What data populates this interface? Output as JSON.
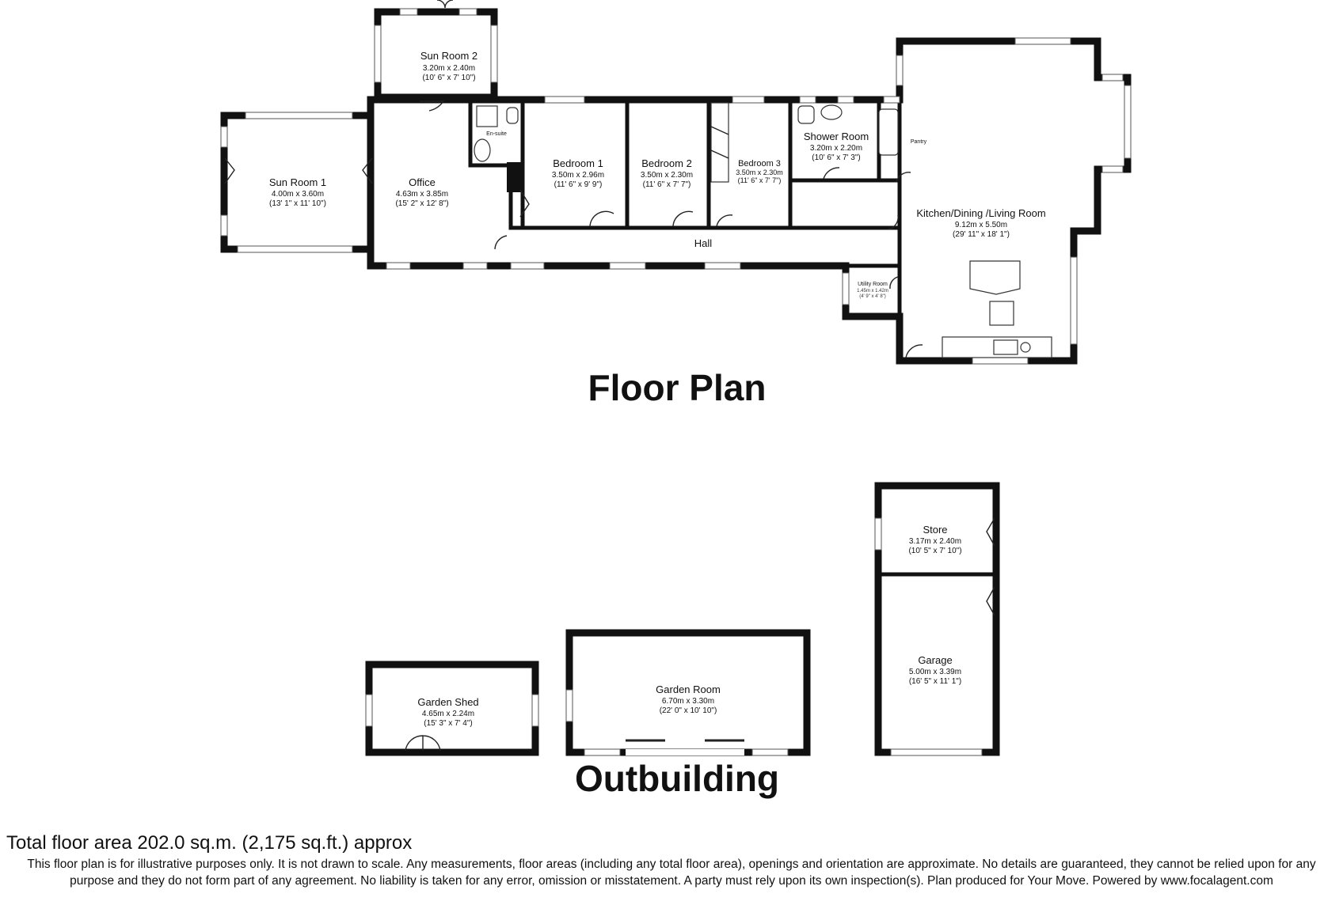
{
  "headings": {
    "floor_plan": "Floor Plan",
    "outbuilding": "Outbuilding"
  },
  "rooms": {
    "sun_room_2": {
      "name": "Sun Room 2",
      "metric": "3.20m x 2.40m",
      "imperial": "(10' 6\" x 7' 10\")"
    },
    "sun_room_1": {
      "name": "Sun Room 1",
      "metric": "4.00m x 3.60m",
      "imperial": "(13' 1\" x 11' 10\")"
    },
    "office": {
      "name": "Office",
      "metric": "4.63m x 3.85m",
      "imperial": "(15' 2\" x 12' 8\")"
    },
    "en_suite": {
      "name": "En-suite"
    },
    "bedroom_1": {
      "name": "Bedroom 1",
      "metric": "3.50m x 2.96m",
      "imperial": "(11' 6\" x 9' 9\")"
    },
    "bedroom_2": {
      "name": "Bedroom 2",
      "metric": "3.50m x 2.30m",
      "imperial": "(11' 6\" x 7' 7\")"
    },
    "bedroom_3": {
      "name": "Bedroom 3",
      "metric": "3.50m x 2.30m",
      "imperial": "(11' 6\" x 7' 7\")"
    },
    "shower_room": {
      "name": "Shower Room",
      "metric": "3.20m x 2.20m",
      "imperial": "(10' 6\" x 7' 3\")"
    },
    "pantry": {
      "name": "Pantry"
    },
    "kitchen": {
      "name": "Kitchen/Dining /Living Room",
      "metric": "9.12m x 5.50m",
      "imperial": "(29' 11\" x 18' 1\")"
    },
    "hall": {
      "name": "Hall"
    },
    "utility": {
      "name": "Utility Room",
      "metric": "1.45m x 1.42m",
      "imperial": "(4' 9\" x 4' 8\")"
    },
    "store": {
      "name": "Store",
      "metric": "3.17m x 2.40m",
      "imperial": "(10' 5\" x 7' 10\")"
    },
    "garage": {
      "name": "Garage",
      "metric": "5.00m x 3.39m",
      "imperial": "(16' 5\" x 11' 1\")"
    },
    "garden_shed": {
      "name": "Garden Shed",
      "metric": "4.65m x 2.24m",
      "imperial": "(15' 3\" x 7' 4\")"
    },
    "garden_room": {
      "name": "Garden Room",
      "metric": "6.70m x 3.30m",
      "imperial": "(22' 0\" x 10' 10\")"
    }
  },
  "footer": {
    "total_area": "Total floor area 202.0 sq.m. (2,175 sq.ft.) approx",
    "disclaimer": "This floor plan is for illustrative purposes only. It is not drawn to scale. Any measurements, floor areas (including any total floor area), openings and orientation are approximate. No details are guaranteed, they cannot be relied upon for any purpose and they do not form part of any agreement. No liability is taken for any error, omission or misstatement. A party must rely upon its own inspection(s).  Plan produced for Your Move. Powered by www.focalagent.com"
  }
}
